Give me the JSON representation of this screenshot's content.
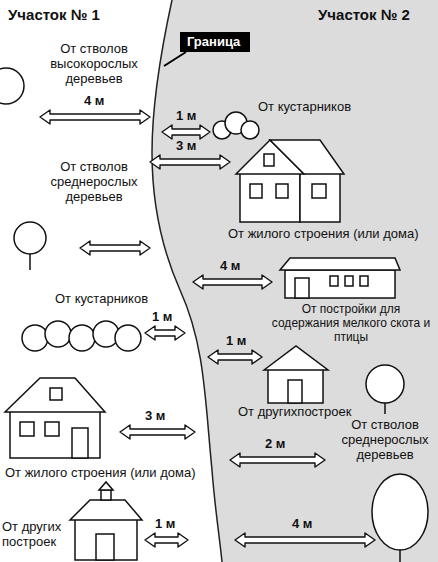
{
  "diagram": {
    "nodes": [
      {
        "text": [
          "Граница"
        ]
      }
    ],
    "labels": [
      "Участок № 1",
      "Участок № 2",
      "От стволов высокорослых деревьев",
      "4 м",
      "1 м",
      "От кустарников",
      "3 м",
      "От стволов среднерослых деревьев",
      "От жилого строения (или дома)",
      "4 м",
      "От постройки для содержания мелкого скота и птицы",
      "От кустарников",
      "1 м",
      "1 м",
      "От другихпостроек",
      "3 м",
      "От стволов среднерослых деревьев",
      "2 м",
      "От жилого строения (или дома)",
      "От других построек",
      "1 м",
      "4 м"
    ]
  }
}
